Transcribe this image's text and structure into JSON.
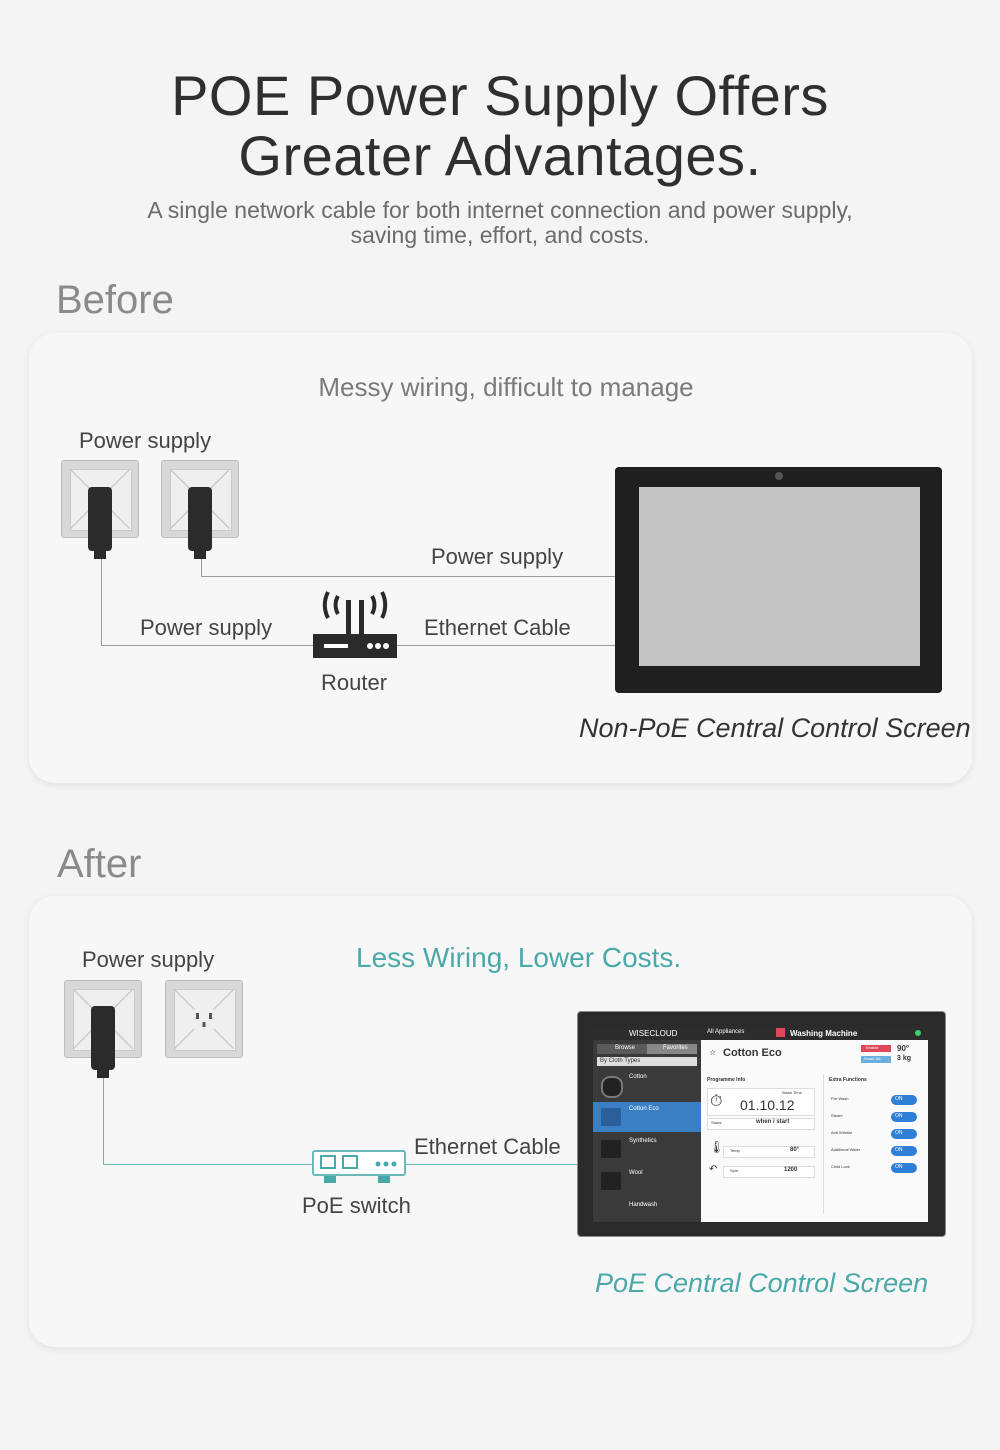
{
  "header": {
    "title_line1": "POE Power Supply Offers",
    "title_line2": "Greater Advantages.",
    "subtitle_line1": "A single network cable for both internet connection and power supply,",
    "subtitle_line2": "saving time, effort, and costs."
  },
  "before": {
    "label": "Before",
    "caption": "Messy wiring, difficult to manage",
    "power_supply_top": "Power supply",
    "power_supply_upper_cable": "Power supply",
    "power_supply_lower_cable": "Power supply",
    "ethernet_cable": "Ethernet Cable",
    "router": "Router",
    "screen_label": "Non-PoE Central Control Screen"
  },
  "after": {
    "label": "After",
    "caption": "Less Wiring, Lower Costs.",
    "power_supply_top": "Power supply",
    "ethernet_cable": "Ethernet Cable",
    "switch": "PoE switch",
    "screen_label": "PoE Central Control Screen"
  },
  "poe_screen_ui": {
    "brand": "WISECLOUD",
    "all_appliances": "All Appliances",
    "app_title": "Washing Machine",
    "tab_browse": "Browse",
    "tab_favorites": "Favorites",
    "filter": "By Cloth Types",
    "programs": [
      "Cotton",
      "Cotton Eco",
      "Synthetics",
      "Wool",
      "Handwash"
    ],
    "selected_program": "Cotton Eco",
    "programme_info": "Programme Info",
    "extra_functions": "Extra Functions",
    "wash_time_label": "Wash Time",
    "wash_time": "01.10.12",
    "starts_label": "Starts",
    "starts_value": "when i start",
    "temp_label": "Temp.",
    "temp_value": "80°",
    "spin_label": "Spin",
    "spin_value": "1200",
    "side_temp": "90°",
    "side_weight": "3 kg",
    "badge_red": "Enable",
    "badge_blue": "Smart Kit",
    "functions": [
      "Pre Wash",
      "Steam",
      "Anti Wrinkle",
      "Additional Water",
      "Child Lock"
    ],
    "toggle_on": "ON",
    "colors": {
      "teal": "#4aa8a8",
      "toggle_blue": "#2f7fd6",
      "selected_row": "#3a7fc4",
      "badge_red": "#e0485a"
    }
  }
}
